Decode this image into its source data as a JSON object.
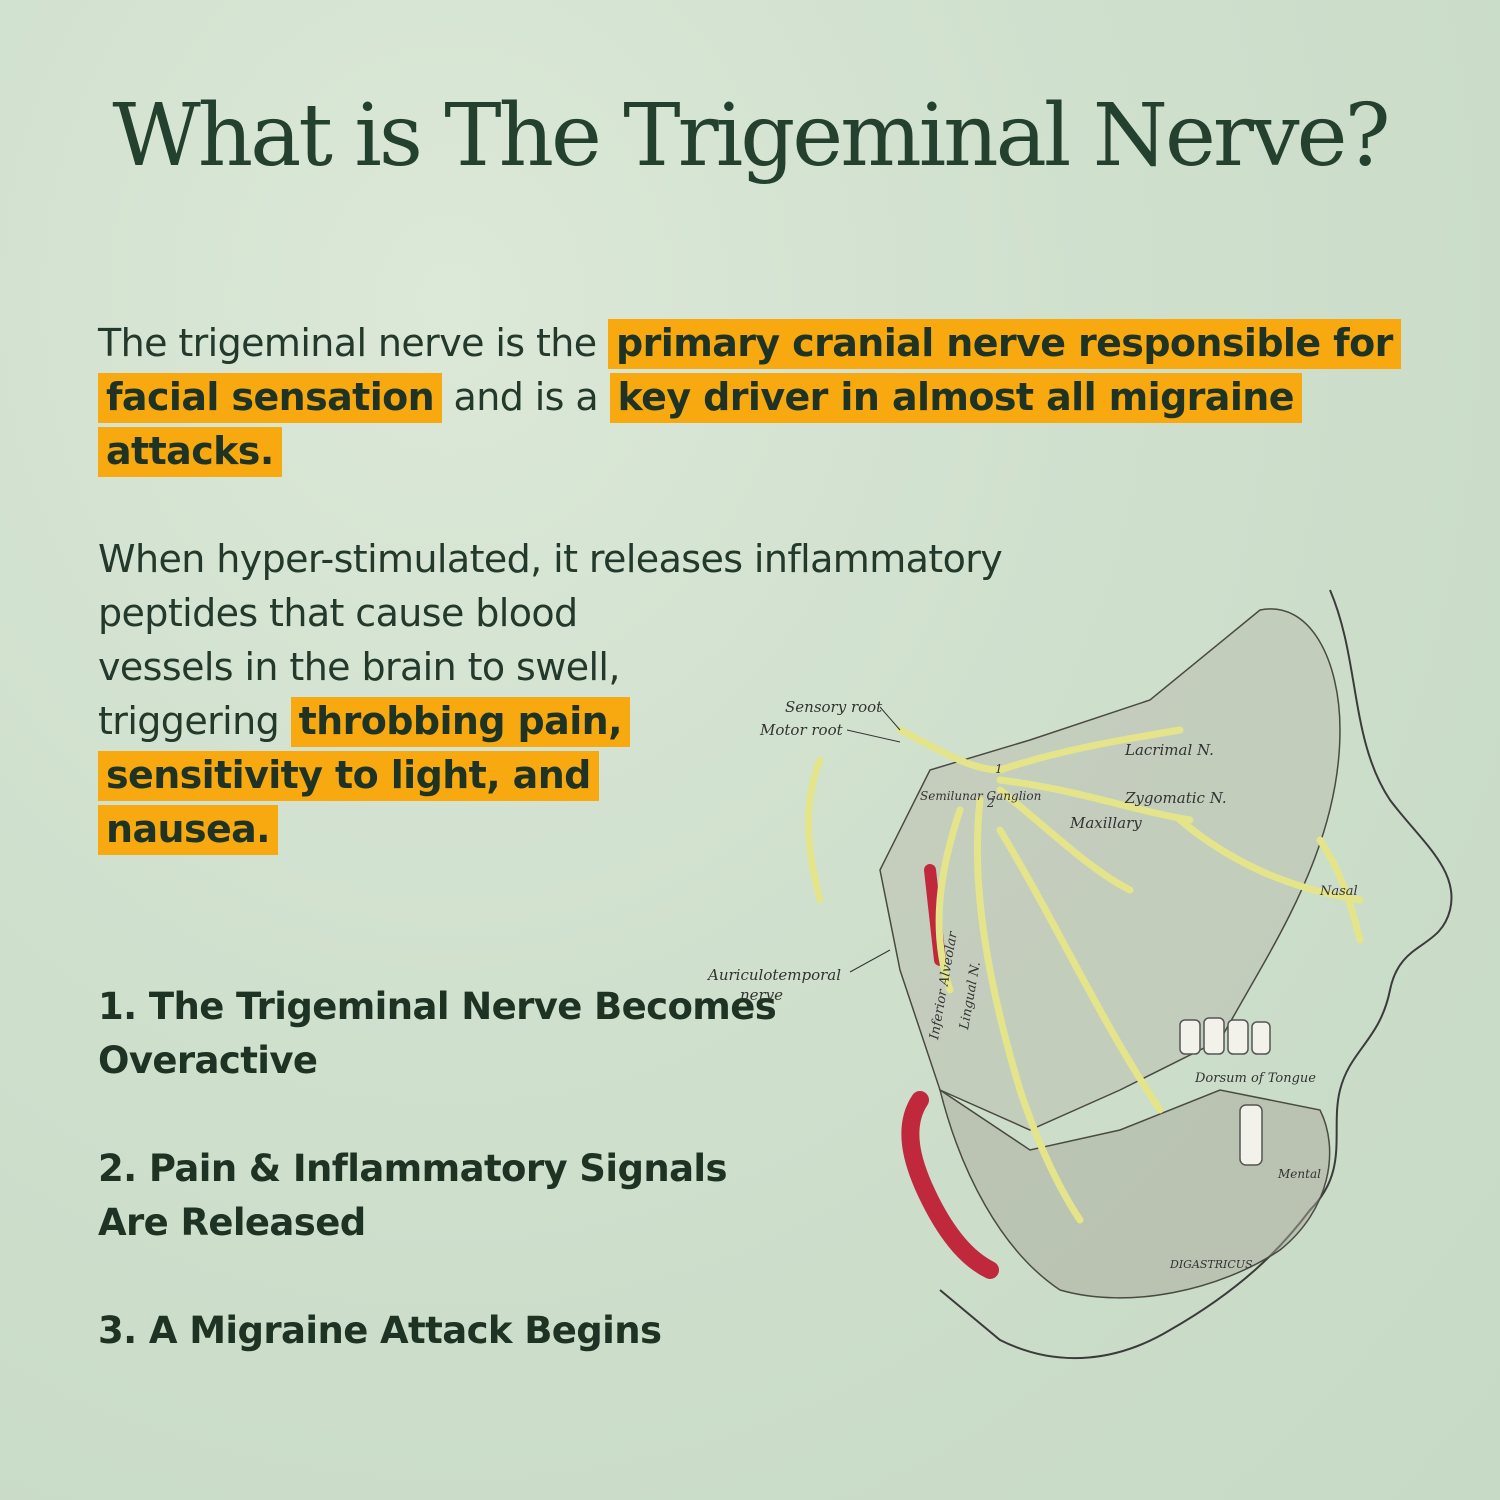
{
  "title": "What is The Trigeminal Nerve?",
  "intro": {
    "t1": "The trigeminal nerve is the ",
    "h1": "primary cranial nerve responsible for facial sensation",
    "t2": " and is a ",
    "h2": "key driver in almost all migraine attacks."
  },
  "detail": {
    "line1": "When hyper-stimulated, it releases inflammatory",
    "t1": "peptides that cause blood vessels in the brain to swell, triggering ",
    "h1": "throbbing pain, sensitivity to light, and nausea."
  },
  "steps": [
    "1. The Trigeminal Nerve Becomes Overactive",
    "2. Pain & Inflammatory Signals Are Released",
    "3. A Migraine Attack Begins"
  ],
  "illustration": {
    "labels": {
      "sensory_root": "Sensory root",
      "motor_root": "Motor root",
      "lacrimal": "Lacrimal N.",
      "zygomatic": "Zygomatic N.",
      "maxillary": "Maxillary",
      "semilunar": "Semilunar Ganglion",
      "auriculotemporal_1": "Auriculotemporal",
      "auriculotemporal_2": "nerve",
      "inferior_alveolar": "Inferior Alveolar",
      "lingual": "Lingual N.",
      "dorsum": "Dorsum of Tongue",
      "mental": "Mental",
      "nasal": "Nasal",
      "digastricus": "DIGASTRICUS",
      "num1": "1",
      "num2": "2"
    },
    "colors": {
      "nerve": "#e4e48a",
      "artery": "#c0283c",
      "line": "#3b3b3b"
    }
  }
}
